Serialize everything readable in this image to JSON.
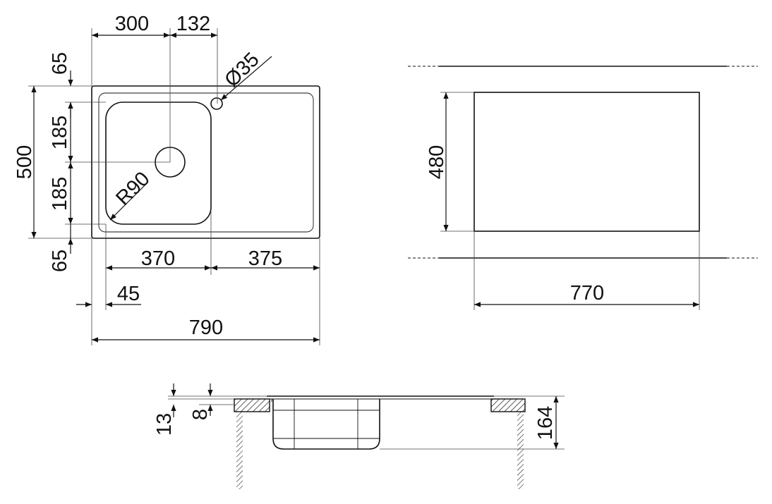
{
  "top_view": {
    "dim_300": "300",
    "dim_132": "132",
    "dim_diameter": "Ø35",
    "dim_65_top": "65",
    "dim_185_upper": "185",
    "dim_185_lower": "185",
    "dim_65_bottom": "65",
    "dim_500": "500",
    "dim_radius": "R90",
    "dim_370": "370",
    "dim_375": "375",
    "dim_45": "45",
    "dim_790": "790"
  },
  "cutout_view": {
    "dim_480": "480",
    "dim_770": "770"
  },
  "section_view": {
    "dim_13": "13",
    "dim_8": "8",
    "dim_164": "164"
  }
}
